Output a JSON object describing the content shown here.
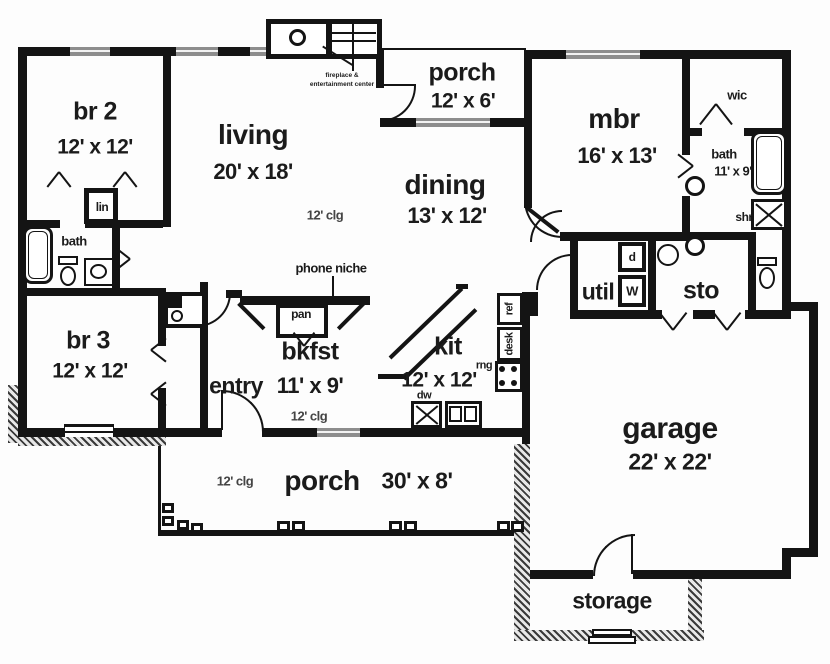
{
  "rooms": {
    "br2": {
      "name": "br 2",
      "dims": "12' x 12'"
    },
    "living": {
      "name": "living",
      "dims": "20' x 18'",
      "ceiling": "12' clg"
    },
    "rear_porch": {
      "name": "porch",
      "dims": "12' x 6'"
    },
    "dining": {
      "name": "dining",
      "dims": "13' x 12'"
    },
    "mbr": {
      "name": "mbr",
      "dims": "16' x 13'"
    },
    "wic": {
      "name": "wic"
    },
    "mbath": {
      "name": "bath",
      "dims": "11' x 9'"
    },
    "shower": {
      "name": "shr"
    },
    "bath2": {
      "name": "bath"
    },
    "linen": {
      "name": "lin"
    },
    "br3": {
      "name": "br 3",
      "dims": "12' x 12'"
    },
    "entry": {
      "name": "entry"
    },
    "bkfst": {
      "name": "bkfst",
      "dims": "11' x 9'",
      "ceiling": "12' clg"
    },
    "pantry": {
      "name": "pan"
    },
    "kitchen": {
      "name": "kit",
      "dims": "12' x 12'"
    },
    "util": {
      "name": "util"
    },
    "sto": {
      "name": "sto"
    },
    "garage": {
      "name": "garage",
      "dims": "22' x 22'"
    },
    "front_porch": {
      "name": "porch",
      "dims": "30' x 8'",
      "ceiling": "12' clg"
    },
    "storage": {
      "name": "storage"
    }
  },
  "annotations": {
    "phone_niche": "phone niche",
    "fireplace_line1": "fireplace &",
    "fireplace_line2": "entertainment center"
  },
  "appliances": {
    "dryer": "d",
    "washer": "W",
    "fridge": "ref",
    "desk": "desk",
    "range": "rng",
    "dishwasher": "dw"
  },
  "colors": {
    "wall": "#141414",
    "window": "#8d8d8d",
    "background": "#fdfdfd"
  }
}
